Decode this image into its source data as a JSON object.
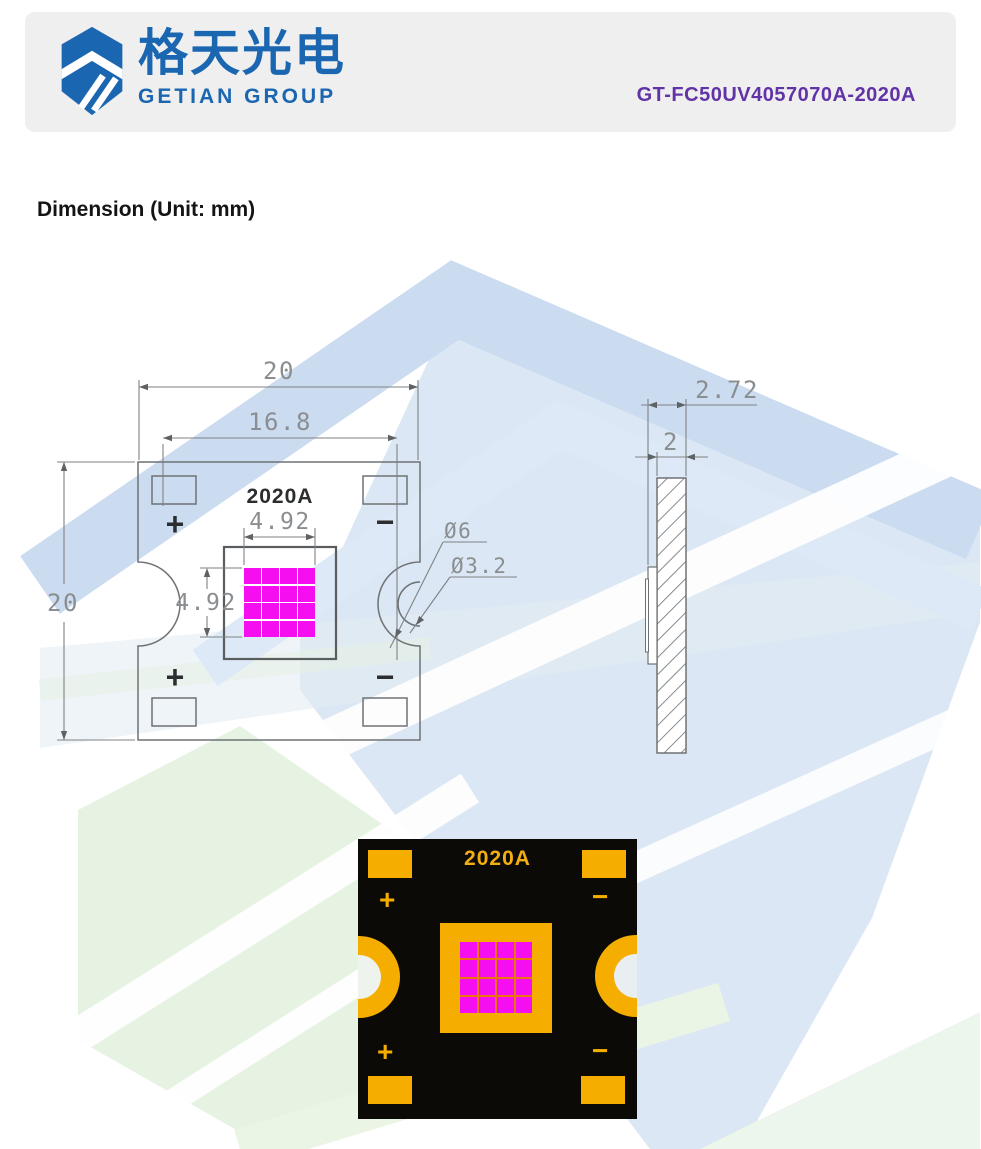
{
  "header": {
    "brand_cn": "格天光电",
    "brand_en": "GETIAN GROUP",
    "part_number": "GT-FC50UV4057070A-2020A"
  },
  "section_title": "Dimension (Unit: mm)",
  "front_view": {
    "label": "2020A",
    "dim_width": "20",
    "dim_pad_span": "16.8",
    "dim_height": "20",
    "emitter_width": "4.92",
    "emitter_height": "4.92",
    "hole_outer": "Ø6",
    "hole_inner": "Ø3.2",
    "polarity_plus": "+",
    "polarity_minus": "−",
    "grid": {
      "rows": 4,
      "cols": 4
    }
  },
  "side_view": {
    "dim_total_thickness": "2.72",
    "dim_board_thickness": "2"
  },
  "photo": {
    "label": "2020A",
    "polarity_plus": "+",
    "polarity_minus": "−",
    "grid": {
      "rows": 4,
      "cols": 4
    }
  },
  "colors": {
    "brand_blue": "#1b66b1",
    "part_number_purple": "#6133a6",
    "emitter_magenta": "#f50ff0",
    "pad_gold": "#f5ae00",
    "drawing_line_gray": "#7f8285",
    "watermark_blue": "#d9e6f3",
    "watermark_green": "#e7f3e2"
  }
}
